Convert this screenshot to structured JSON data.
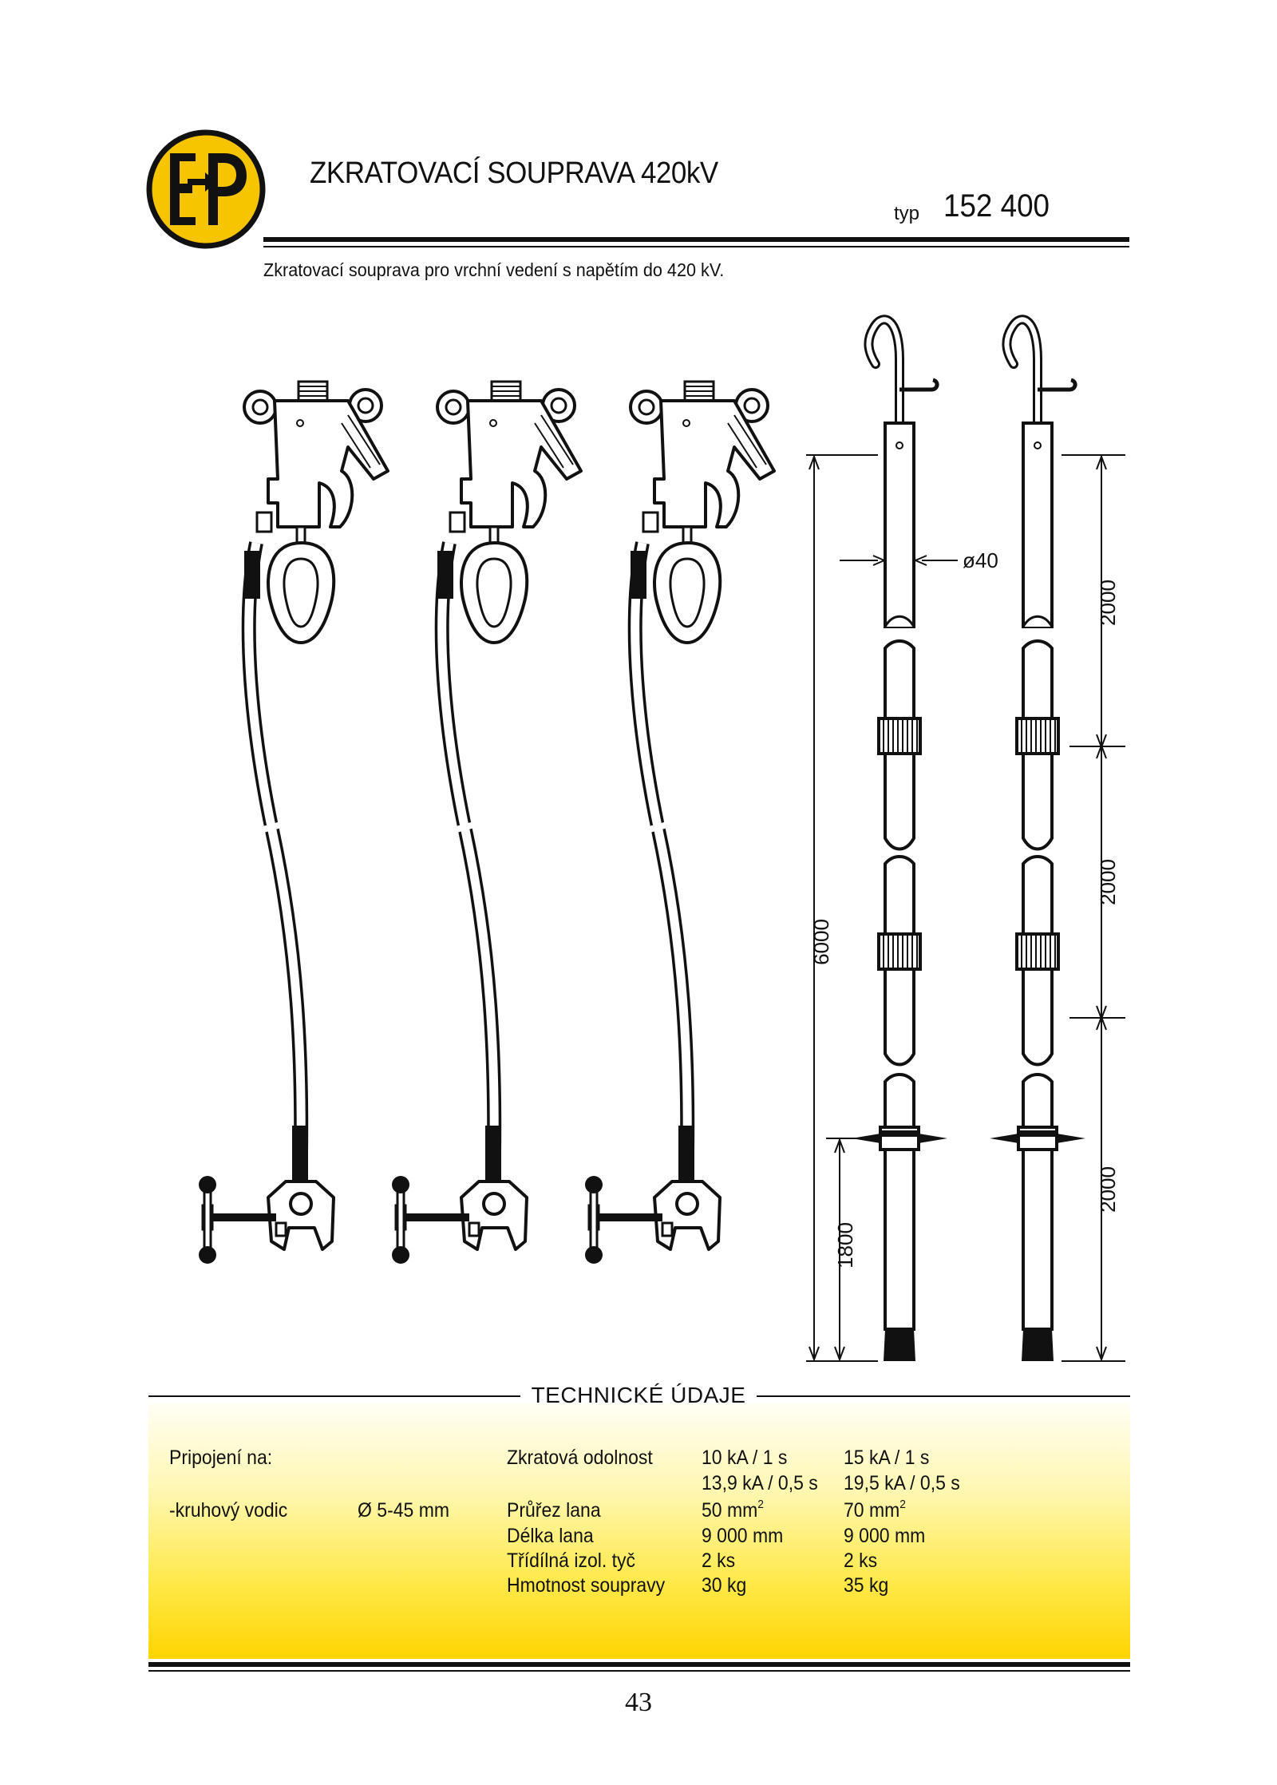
{
  "header": {
    "logo_letters": "EP",
    "title": "ZKRATOVACÍ SOUPRAVA 420kV",
    "typ_label": "typ",
    "typ_value": "152 400",
    "subtitle": "Zkratovací souprava pro vrchní vedení s napětím do 420 kV."
  },
  "drawing": {
    "dim_total": "6000",
    "dim_diameter": "ø40",
    "dim_section_top": "2000",
    "dim_section_mid": "2000",
    "dim_section_bottom": "2000",
    "dim_handle": "1800"
  },
  "tech": {
    "heading": "TECHNICKÉ ÚDAJE",
    "connection_label": "Pripojení na:",
    "conductor_label": "-kruhový vodic",
    "conductor_value": "Ø 5-45 mm",
    "rows": [
      {
        "label": "Zkratová odolnost",
        "v1": "10 kA / 1 s",
        "v2": "15 kA / 1 s"
      },
      {
        "label": "",
        "v1": "13,9 kA / 0,5 s",
        "v2": "19,5 kA / 0,5 s"
      },
      {
        "label": "Průřez lana",
        "v1": "50 mm",
        "v1_sup": "2",
        "v2": "70 mm",
        "v2_sup": "2"
      },
      {
        "label": "Délka lana",
        "v1": "9 000 mm",
        "v2": "9 000 mm"
      },
      {
        "label": "Třídílná izol. tyč",
        "v1": "2 ks",
        "v2": "2 ks"
      },
      {
        "label": "Hmotnost soupravy",
        "v1": "30 kg",
        "v2": "35 kg"
      }
    ]
  },
  "page_number": "43",
  "colors": {
    "logo_yellow": "#f6c500",
    "panel_yellow": "#ffd400",
    "ink": "#111111"
  }
}
